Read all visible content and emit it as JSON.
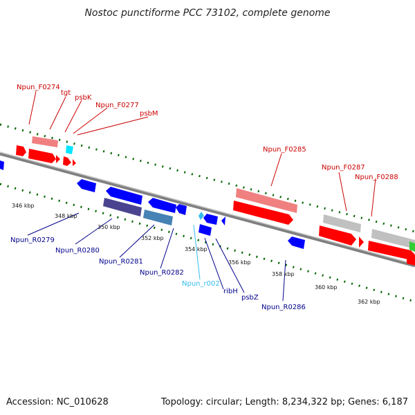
{
  "title": "Nostoc punctiforme PCC 73102, complete genome",
  "footer": {
    "accession": "Accession: NC_010628",
    "summary": "Topology: circular; Length: 8,234,322 bp; Genes: 6,187"
  },
  "colors": {
    "forward_cds": "#ff0000",
    "forward_gene": "#f08080",
    "reverse_cds": "#0000ff",
    "reverse_gene_dark": "#4a4490",
    "reverse_gene_steel": "#4682b4",
    "rna": "#00e5ff",
    "pseudogene": "#c0c0c0",
    "tick": "#006400",
    "backbone": "#808080",
    "forward_label": "#cc0000",
    "reverse_label": "#00008b",
    "rna_label": "#33bbee"
  },
  "kbp_ticks": [
    "346 kbp",
    "348 kbp",
    "350 kbp",
    "352 kbp",
    "354 kbp",
    "356 kbp",
    "358 kbp",
    "360 kbp",
    "362 kbp"
  ],
  "forward_labels": [
    "Npun_F0274",
    "tgt",
    "psbK",
    "Npun_F0277",
    "psbM",
    "Npun_F0285",
    "Npun_F0287",
    "Npun_F0288"
  ],
  "reverse_labels": [
    "Npun_R0279",
    "Npun_R0280",
    "Npun_R0281",
    "Npun_R0282",
    "ribH",
    "psbZ",
    "Npun_R0286"
  ],
  "rna_labels": [
    "Npun_r002"
  ]
}
